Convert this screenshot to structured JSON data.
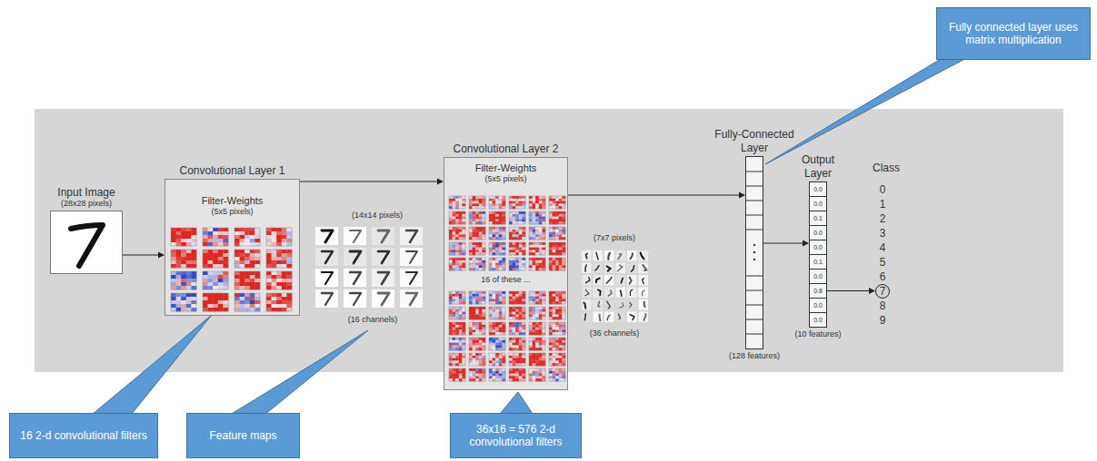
{
  "diagram": {
    "nodes": [
      {
        "text": [
          "Fully connected layer uses matrix multiplication"
        ]
      },
      {
        "text": [
          "Input Image",
          "(28x28 pixels)"
        ]
      },
      {
        "text": [
          "Convolutional Layer 1",
          "Filter-Weights",
          "(5x5 pixels)"
        ]
      },
      {
        "text": [
          "Convolutional Layer 2",
          "Filter-Weights",
          "(5x5 pixels)",
          "16 of these ..."
        ]
      },
      {
        "text": [
          "Fully-Connected Layer",
          "(128 features)"
        ]
      },
      {
        "text": [
          "Output Layer",
          "(10 features)"
        ]
      },
      {
        "text": [
          "0.0"
        ],
        "in": 5
      },
      {
        "text": [
          "0.0"
        ],
        "in": 5
      },
      {
        "text": [
          "0.1"
        ],
        "in": 5
      },
      {
        "text": [
          "0.0"
        ],
        "in": 5
      },
      {
        "text": [
          "0.0"
        ],
        "in": 5
      },
      {
        "text": [
          "0.1"
        ],
        "in": 5
      },
      {
        "text": [
          "0.0"
        ],
        "in": 5
      },
      {
        "text": [
          "0.8"
        ],
        "in": 5
      },
      {
        "text": [
          "0.0"
        ],
        "in": 5
      },
      {
        "text": [
          "0.0"
        ],
        "in": 5
      },
      {
        "text": [
          "7"
        ]
      },
      {
        "text": [
          "16 2-d convolutional filters"
        ]
      },
      {
        "text": [
          "Feature maps"
        ]
      },
      {
        "text": [
          "36x16 = 576 2-d convolutional filters"
        ]
      }
    ],
    "edges": [
      {
        "from": 1,
        "to": 2,
        "arrow": "to"
      },
      {
        "from": 2,
        "to": 3,
        "arrow": "to"
      },
      {
        "from": 3,
        "to": 4,
        "arrow": "to"
      },
      {
        "from": 4,
        "to": 5,
        "arrow": "to"
      },
      {
        "from": 13,
        "to": 16,
        "arrow": "to"
      }
    ],
    "labels": [
      "(14x14 pixels)",
      "(16 channels)",
      "(7x7 pixels)",
      "(36 channels)",
      "Class",
      "0",
      "1",
      "2",
      "3",
      "4",
      "5",
      "6",
      "8",
      "9"
    ]
  }
}
